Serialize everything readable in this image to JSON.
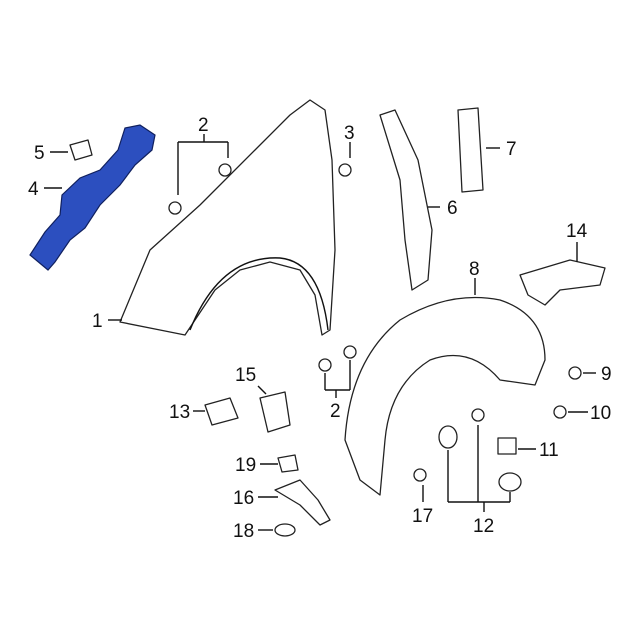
{
  "diagram": {
    "highlight_color": "#2c4fbf",
    "callouts": [
      {
        "id": "c1",
        "label": "1"
      },
      {
        "id": "c2a",
        "label": "2"
      },
      {
        "id": "c2b",
        "label": "2"
      },
      {
        "id": "c3",
        "label": "3"
      },
      {
        "id": "c4",
        "label": "4"
      },
      {
        "id": "c5",
        "label": "5"
      },
      {
        "id": "c6",
        "label": "6"
      },
      {
        "id": "c7",
        "label": "7"
      },
      {
        "id": "c8",
        "label": "8"
      },
      {
        "id": "c9",
        "label": "9"
      },
      {
        "id": "c10",
        "label": "10"
      },
      {
        "id": "c11",
        "label": "11"
      },
      {
        "id": "c12",
        "label": "12"
      },
      {
        "id": "c13",
        "label": "13"
      },
      {
        "id": "c14",
        "label": "14"
      },
      {
        "id": "c15",
        "label": "15"
      },
      {
        "id": "c16",
        "label": "16"
      },
      {
        "id": "c17",
        "label": "17"
      },
      {
        "id": "c18",
        "label": "18"
      },
      {
        "id": "c19",
        "label": "19"
      }
    ]
  }
}
